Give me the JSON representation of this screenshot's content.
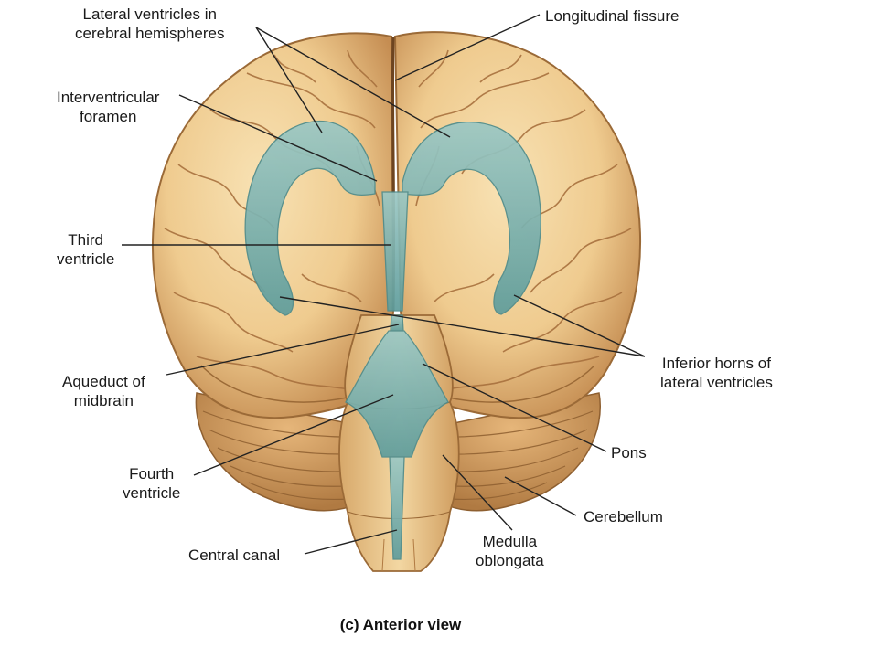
{
  "caption": "(c) Anterior view",
  "labels": {
    "lateral_ventricles": [
      "Lateral ventricles in",
      "cerebral hemispheres"
    ],
    "longitudinal_fissure": [
      "Longitudinal fissure"
    ],
    "interventricular_foramen": [
      "Interventricular",
      "foramen"
    ],
    "third_ventricle": [
      "Third",
      "ventricle"
    ],
    "inferior_horns": [
      "Inferior horns of",
      "lateral ventricles"
    ],
    "aqueduct": [
      "Aqueduct of",
      "midbrain"
    ],
    "pons": [
      "Pons"
    ],
    "fourth_ventricle": [
      "Fourth",
      "ventricle"
    ],
    "cerebellum": [
      "Cerebellum"
    ],
    "central_canal": [
      "Central canal"
    ],
    "medulla": [
      "Medulla",
      "oblongata"
    ]
  },
  "colors": {
    "brain": "#f0cf97",
    "brain_shade": "#c9955a",
    "sulcus": "#a8713e",
    "ventricle": "#7fb3b1",
    "ventricle_edge": "#4f8c8c",
    "leader_line": "#222222"
  }
}
